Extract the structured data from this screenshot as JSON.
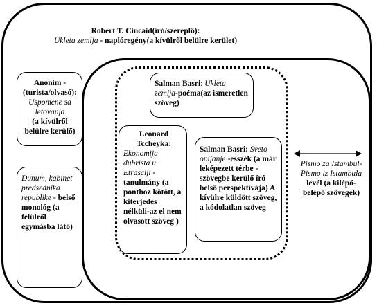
{
  "header": {
    "line1": "Robert T. Cincaid(író/szereplő):",
    "title_it": "Ukleta zemlja",
    "line2_rest": " - naplóregény(a kívülről belülre kerület)"
  },
  "anonim": {
    "name": "Anonim - (turista/olvasó):",
    "work_it": "Uspomene sa letovanja",
    "note": "(a kívülről belülre kerülő)"
  },
  "dunum": {
    "work_it": "Dunum, kabinet predsednika republike",
    "rest": " - belső monológ (a felülről egymásba látó)"
  },
  "salman1": {
    "name": "Salman Basri",
    "sep": ": ",
    "work_it": "Ukleta zemlja",
    "rest": "-poéma(az ismeretlen szöveg)"
  },
  "leonard": {
    "name": "Leonard Tccheyka:",
    "work_it": "Ekonomija dubrista u Etrasciji",
    "rest": " - tanulmány (a ponthoz kötött, a kiterjedés nélküli-az el nem olvasott szöveg )"
  },
  "salman2": {
    "name": "Salman Basri:",
    "work_it": " Sveto opijanje",
    "rest": " -esszék (a már leképezett térbe -szövegbe kerülő író belső perspektívája) A kívülre küldött szöveg, a kódolatlan szöveg"
  },
  "pismo": {
    "work_it": "Pismo za Istambul- Pismo iz Istambula",
    "rest": " levél (a kilépő-belépő szövegek)"
  }
}
